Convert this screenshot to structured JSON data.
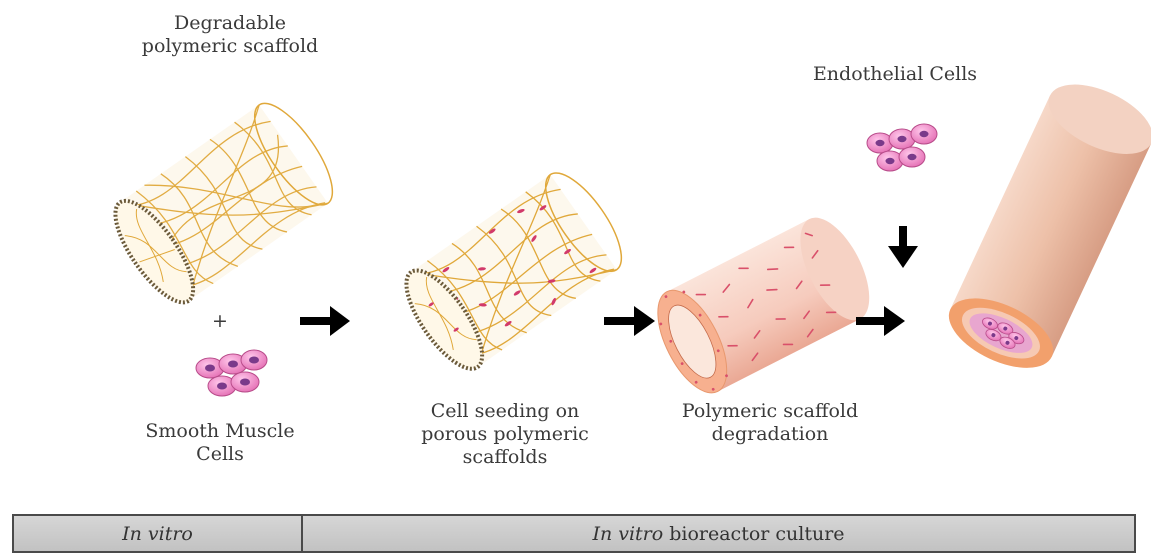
{
  "labels": {
    "scaffold": [
      "Degradable",
      "polymeric scaffold"
    ],
    "plus": "+",
    "smooth_muscle": [
      "Smooth Muscle",
      "Cells"
    ],
    "seeding": [
      "Cell seeding on",
      "porous polymeric",
      "scaffolds"
    ],
    "degradation": [
      "Polymeric scaffold",
      "degradation"
    ],
    "endothelial": "Endothelial Cells"
  },
  "stages": {
    "first": {
      "italic": "In vitro",
      "rest": ""
    },
    "second": {
      "italic": "In vitro",
      "rest": " bioreactor culture"
    }
  },
  "colors": {
    "scaffold_fiber": "#e0a83a",
    "scaffold_rim": "#6b5a3a",
    "cell_fill": "#f08fc8",
    "cell_nucleus": "#7a3a8a",
    "tissue_pink": "#f5c8b8",
    "vessel": "#e6b49e",
    "arrow": "#000000",
    "stage_bar": "#cccccc"
  },
  "icons": [
    "scaffold-tube",
    "smooth-muscle-cell-cluster",
    "seeded-scaffold-tube",
    "degrading-tube",
    "endothelial-cell-cluster",
    "blood-vessel",
    "right-arrow",
    "down-arrow"
  ]
}
